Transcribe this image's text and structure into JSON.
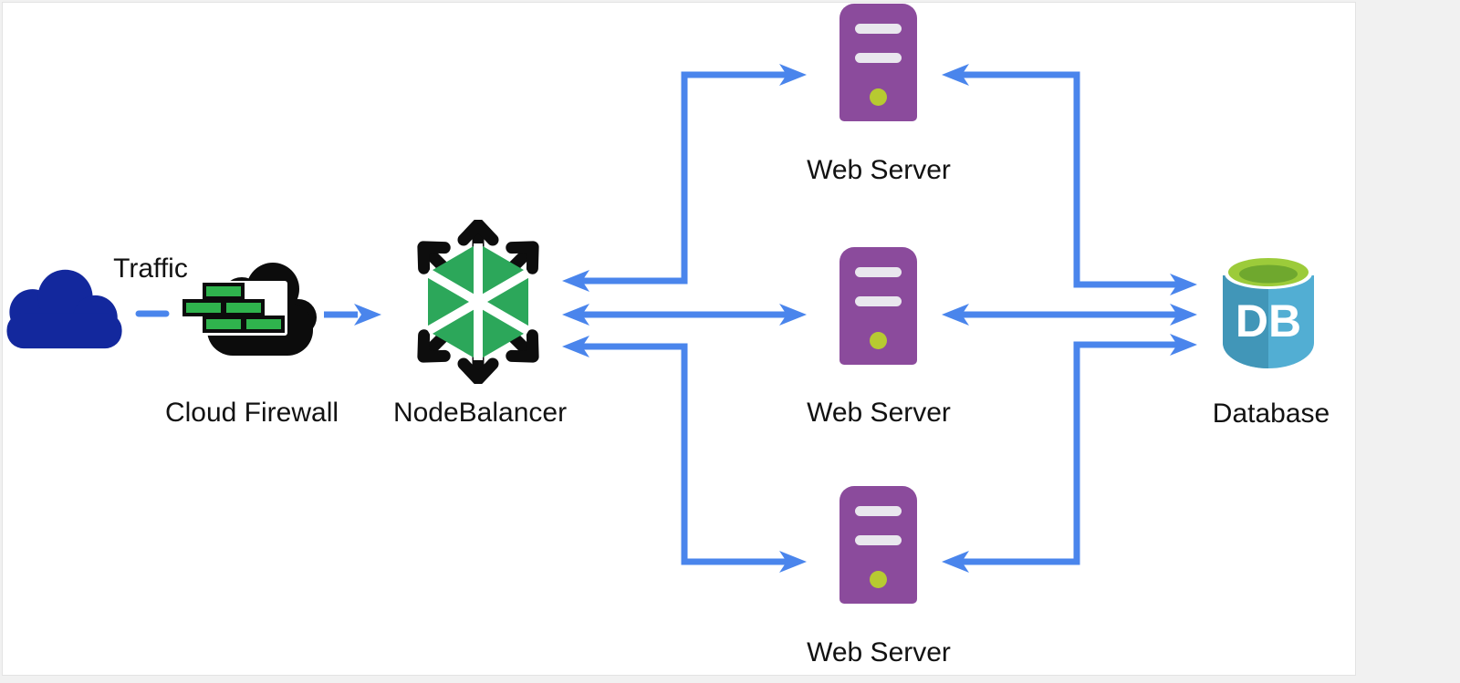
{
  "diagram": {
    "nodes": {
      "traffic": {
        "label": "Traffic",
        "icon": "cloud-icon",
        "color": "#13289d"
      },
      "firewall": {
        "label": "Cloud Firewall",
        "icon": "firewall-cloud-icon",
        "colors": {
          "cloud": "#0c0c0c",
          "brick": "#2fb34d",
          "wall": "#ffffff"
        }
      },
      "nodebalancer": {
        "label": "NodeBalancer",
        "icon": "nodebalancer-icon",
        "colors": {
          "hexagon": "#2ca75a",
          "arrows": "#0d0d0d",
          "divider": "#ffffff"
        }
      },
      "webserver1": {
        "label": "Web Server",
        "icon": "server-icon",
        "colors": {
          "body": "#8b4b9c",
          "slot": "#e9e7ee",
          "led": "#b7ca31"
        }
      },
      "webserver2": {
        "label": "Web Server",
        "icon": "server-icon",
        "colors": {
          "body": "#8b4b9c",
          "slot": "#e9e7ee",
          "led": "#b7ca31"
        }
      },
      "webserver3": {
        "label": "Web Server",
        "icon": "server-icon",
        "colors": {
          "body": "#8b4b9c",
          "slot": "#e9e7ee",
          "led": "#b7ca31"
        }
      },
      "database": {
        "label": "Database",
        "badge": "DB",
        "icon": "database-cylinder-icon",
        "colors": {
          "body_light": "#52aed3",
          "body_dark": "#4196b8",
          "lid_ring": "#9ccb3a",
          "lid_inner": "#6fa82e"
        }
      }
    },
    "edges": [
      {
        "from": "traffic",
        "to": "firewall",
        "style": "dashed",
        "arrows": "none"
      },
      {
        "from": "firewall",
        "to": "nodebalancer",
        "style": "solid",
        "arrows": "forward"
      },
      {
        "from": "nodebalancer",
        "to": "webserver1",
        "style": "solid",
        "arrows": "both"
      },
      {
        "from": "nodebalancer",
        "to": "webserver2",
        "style": "solid",
        "arrows": "both"
      },
      {
        "from": "nodebalancer",
        "to": "webserver3",
        "style": "solid",
        "arrows": "both"
      },
      {
        "from": "webserver1",
        "to": "database",
        "style": "solid",
        "arrows": "both"
      },
      {
        "from": "webserver2",
        "to": "database",
        "style": "solid",
        "arrows": "both"
      },
      {
        "from": "webserver3",
        "to": "database",
        "style": "solid",
        "arrows": "both"
      }
    ],
    "edge_color": "#4a85ec",
    "canvas_background": "#ffffff",
    "page_background": "#f1f1f1",
    "label_color": "#121212"
  }
}
